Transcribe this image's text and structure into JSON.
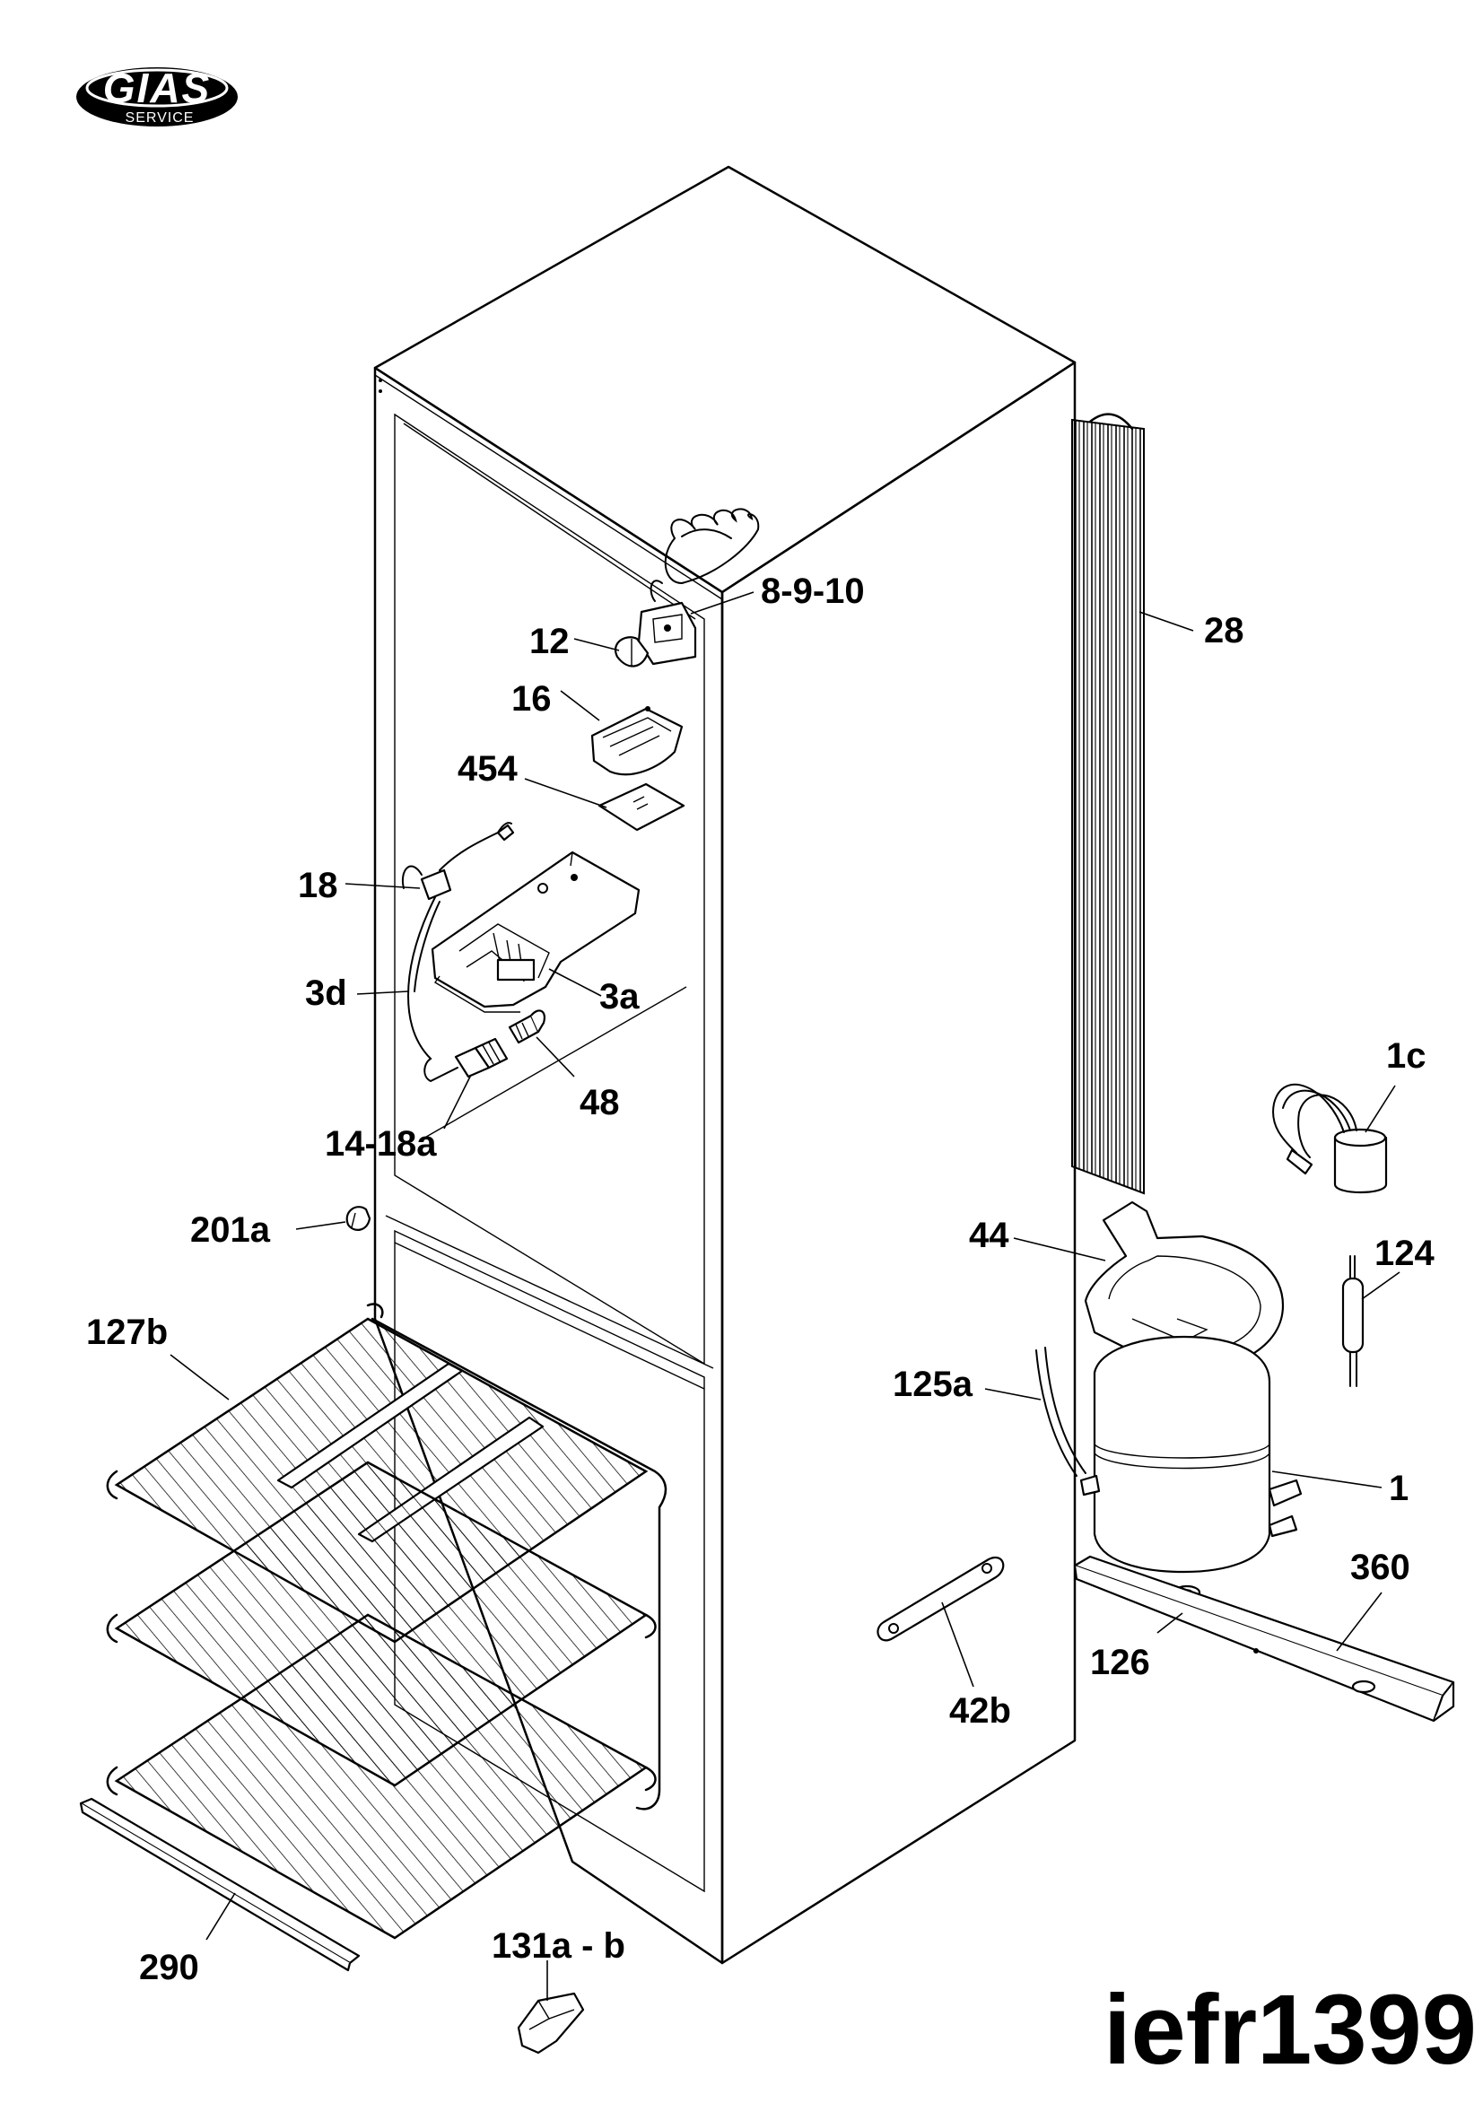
{
  "logo": {
    "brand": "GIAS",
    "subtitle": "SERVICE"
  },
  "diagram_code": "iefr1399",
  "callouts": {
    "c_8_9_10": "8-9-10",
    "c_12": "12",
    "c_16": "16",
    "c_454": "454",
    "c_18": "18",
    "c_3d": "3d",
    "c_3a": "3a",
    "c_48": "48",
    "c_14_18a": "14-18a",
    "c_201a": "201a",
    "c_127b": "127b",
    "c_28": "28",
    "c_1c": "1c",
    "c_44": "44",
    "c_124": "124",
    "c_125a": "125a",
    "c_1": "1",
    "c_360": "360",
    "c_126": "126",
    "c_42b": "42b",
    "c_290": "290",
    "c_131a_b": "131a - b"
  }
}
